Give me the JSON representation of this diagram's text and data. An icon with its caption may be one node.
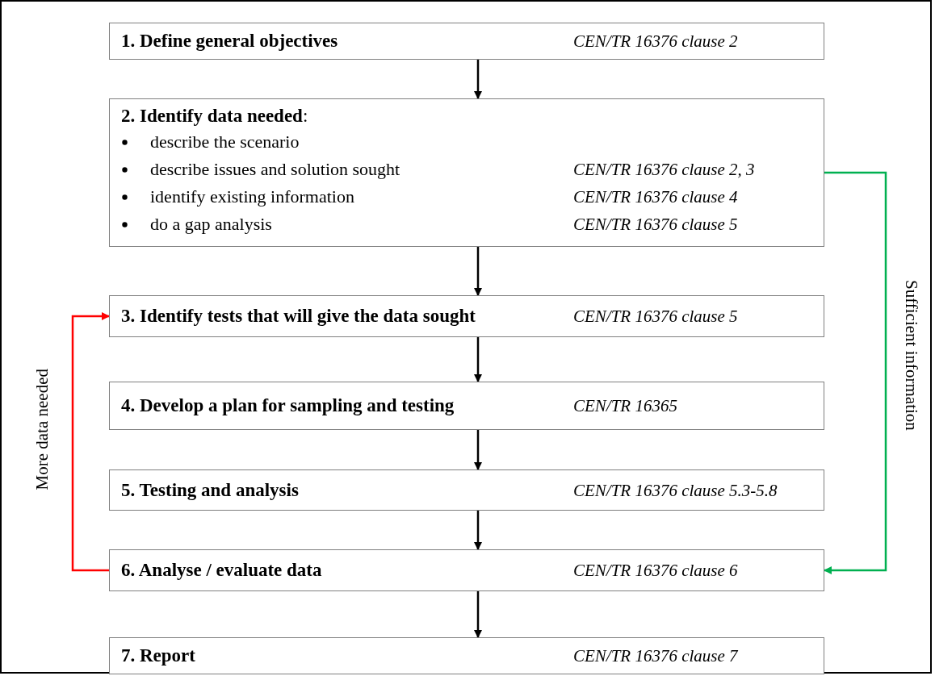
{
  "diagram": {
    "nodes": [
      {
        "text": [
          "1. Define general objectives",
          "CEN/TR 16376 clause 2"
        ]
      },
      {
        "text": [
          "**2. Identify data needed**:",
          "describe the scenario",
          "describe issues and solution sought",
          "CEN/TR 16376 clause 2, 3",
          "identify existing information",
          "CEN/TR 16376 clause 4",
          "do a gap analysis",
          "CEN/TR 16376 clause 5"
        ]
      },
      {
        "text": [
          "3. Identify tests that will give the data sought",
          "CEN/TR 16376 clause 5"
        ]
      },
      {
        "text": [
          "4. Develop a plan for sampling and testing",
          "CEN/TR 16365"
        ]
      },
      {
        "text": [
          "5. Testing and analysis",
          "CEN/TR 16376 clause 5.3-5.8"
        ]
      },
      {
        "text": [
          "6. Analyse / evaluate data",
          "CEN/TR 16376 clause 6"
        ]
      },
      {
        "text": [
          "7. Report",
          "CEN/TR 16376 clause 7"
        ]
      }
    ],
    "edges": [
      {
        "from": 0,
        "to": 1,
        "arrow": "to"
      },
      {
        "from": 1,
        "to": 2,
        "arrow": "to"
      },
      {
        "from": 2,
        "to": 3,
        "arrow": "to"
      },
      {
        "from": 3,
        "to": 4,
        "arrow": "to"
      },
      {
        "from": 4,
        "to": 5,
        "arrow": "to"
      },
      {
        "from": 5,
        "to": 6,
        "arrow": "to"
      },
      {
        "from": 5,
        "to": 2,
        "arrow": "to",
        "label": "More data needed",
        "color": "#ff0000"
      },
      {
        "from": 1,
        "to": 5,
        "arrow": "to",
        "label": "Sufficient information",
        "color": "#00b050"
      }
    ]
  }
}
